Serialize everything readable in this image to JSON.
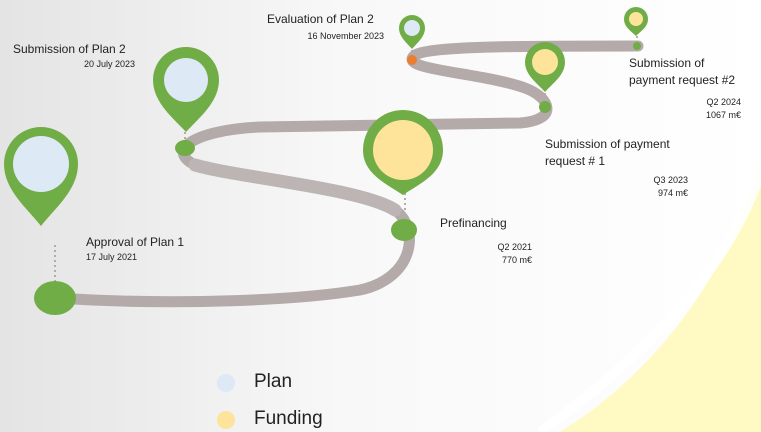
{
  "milestones": {
    "approval_plan1": {
      "title": "Approval of Plan 1",
      "date": "17 July 2021",
      "type": "plan"
    },
    "submission_plan2": {
      "title": "Submission of Plan 2",
      "date": "20 July 2023",
      "type": "plan"
    },
    "evaluation_plan2": {
      "title": "Evaluation of Plan 2",
      "date": "16 November 2023",
      "type": "plan"
    },
    "prefinancing": {
      "title": "Prefinancing",
      "quarter": "Q2  2021",
      "amount": "770 m€",
      "type": "funding"
    },
    "payment_request_1": {
      "title_line1": "Submission of payment",
      "title_line2": "request # 1",
      "quarter": "Q3  2023",
      "amount": "974 m€",
      "type": "funding"
    },
    "payment_request_2": {
      "title_line1": "Submission of",
      "title_line2": "payment request #2",
      "quarter": "Q2 2024",
      "amount": "1067 m€",
      "type": "funding"
    }
  },
  "legend": {
    "plan": {
      "label": "Plan",
      "color": "#dde9f5"
    },
    "funding": {
      "label": "Funding",
      "color": "#fde49a"
    }
  },
  "colors": {
    "road": "#b3aaa9",
    "marker": "#70ad47",
    "accent_dot": "#ed7d31",
    "plan_fill": "#dde9f5",
    "funding_fill": "#fde49a",
    "gradient_left": "#e6e6e6",
    "wedge": "#fff9c4"
  }
}
